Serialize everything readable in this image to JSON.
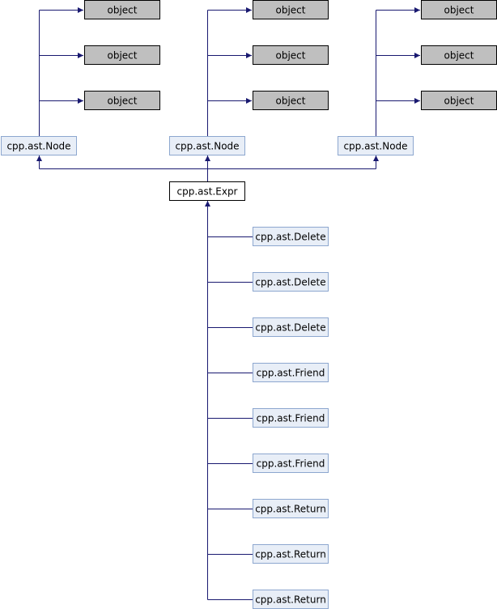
{
  "diagram": {
    "kind": "class-inheritance",
    "edge_color": "#191970",
    "node_styles": {
      "external": {
        "fill": "#bfbfbf",
        "stroke": "#000000"
      },
      "base": {
        "fill": "#e8eef7",
        "stroke": "#8da7cf"
      },
      "focus": {
        "fill": "#ffffff",
        "stroke": "#000000"
      },
      "derived": {
        "fill": "#e8eef7",
        "stroke": "#8da7cf"
      }
    },
    "nodes": [
      {
        "id": "obj1",
        "label": "object",
        "style": "external"
      },
      {
        "id": "obj2",
        "label": "object",
        "style": "external"
      },
      {
        "id": "obj3",
        "label": "object",
        "style": "external"
      },
      {
        "id": "obj4",
        "label": "object",
        "style": "external"
      },
      {
        "id": "obj5",
        "label": "object",
        "style": "external"
      },
      {
        "id": "obj6",
        "label": "object",
        "style": "external"
      },
      {
        "id": "obj7",
        "label": "object",
        "style": "external"
      },
      {
        "id": "obj8",
        "label": "object",
        "style": "external"
      },
      {
        "id": "obj9",
        "label": "object",
        "style": "external"
      },
      {
        "id": "node1",
        "label": "cpp.ast.Node",
        "style": "base"
      },
      {
        "id": "node2",
        "label": "cpp.ast.Node",
        "style": "base"
      },
      {
        "id": "node3",
        "label": "cpp.ast.Node",
        "style": "base"
      },
      {
        "id": "expr",
        "label": "cpp.ast.Expr",
        "style": "focus"
      },
      {
        "id": "delete1",
        "label": "cpp.ast.Delete",
        "style": "derived"
      },
      {
        "id": "delete2",
        "label": "cpp.ast.Delete",
        "style": "derived"
      },
      {
        "id": "delete3",
        "label": "cpp.ast.Delete",
        "style": "derived"
      },
      {
        "id": "friend1",
        "label": "cpp.ast.Friend",
        "style": "derived"
      },
      {
        "id": "friend2",
        "label": "cpp.ast.Friend",
        "style": "derived"
      },
      {
        "id": "friend3",
        "label": "cpp.ast.Friend",
        "style": "derived"
      },
      {
        "id": "return1",
        "label": "cpp.ast.Return",
        "style": "derived"
      },
      {
        "id": "return2",
        "label": "cpp.ast.Return",
        "style": "derived"
      },
      {
        "id": "return3",
        "label": "cpp.ast.Return",
        "style": "derived"
      }
    ],
    "edges": [
      {
        "from": "node1",
        "to": "obj1"
      },
      {
        "from": "node1",
        "to": "obj2"
      },
      {
        "from": "node1",
        "to": "obj3"
      },
      {
        "from": "node2",
        "to": "obj4"
      },
      {
        "from": "node2",
        "to": "obj5"
      },
      {
        "from": "node2",
        "to": "obj6"
      },
      {
        "from": "node3",
        "to": "obj7"
      },
      {
        "from": "node3",
        "to": "obj8"
      },
      {
        "from": "node3",
        "to": "obj9"
      },
      {
        "from": "expr",
        "to": "node1"
      },
      {
        "from": "expr",
        "to": "node2"
      },
      {
        "from": "expr",
        "to": "node3"
      },
      {
        "from": "delete1",
        "to": "expr"
      },
      {
        "from": "delete2",
        "to": "expr"
      },
      {
        "from": "delete3",
        "to": "expr"
      },
      {
        "from": "friend1",
        "to": "expr"
      },
      {
        "from": "friend2",
        "to": "expr"
      },
      {
        "from": "friend3",
        "to": "expr"
      },
      {
        "from": "return1",
        "to": "expr"
      },
      {
        "from": "return2",
        "to": "expr"
      },
      {
        "from": "return3",
        "to": "expr"
      }
    ]
  }
}
